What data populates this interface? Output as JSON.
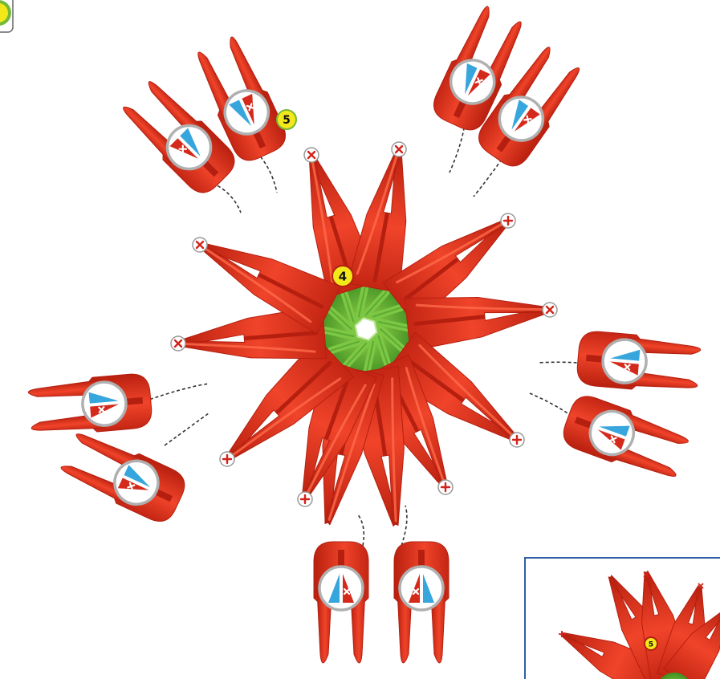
{
  "diagram": {
    "step_labels": {
      "center": "4",
      "upper": "5",
      "inset": "5"
    },
    "colors": {
      "piece_red": "#e8351f",
      "piece_dark": "#b51f10",
      "piece_light": "#ff6a4a",
      "green": "#6fbe3c",
      "green_dark": "#3f8f22",
      "marker_blue": "#36a6dc",
      "badge_yellow": "#f3e81a",
      "badge_green_ring": "#74b93a",
      "inset_border": "#2f5fa6",
      "dash": "#333333"
    },
    "icons": {
      "plus_marker": "plus-circle-icon",
      "cross_marker": "cross-circle-icon",
      "insertion_marker": "insertion-marker-icon"
    }
  }
}
